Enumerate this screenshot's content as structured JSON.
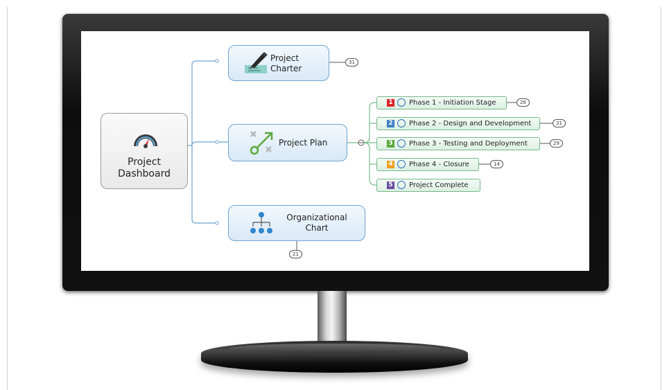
{
  "root": {
    "label_line1": "Project",
    "label_line2": "Dashboard",
    "icon": "gauge-icon"
  },
  "charter": {
    "label_line1": "Project",
    "label_line2": "Charter",
    "icon": "signature-pen-icon",
    "count": "31"
  },
  "plan": {
    "label": "Project Plan",
    "icon": "strategy-icon",
    "phases": [
      {
        "num": "1",
        "label": "Phase 1 - Initiation Stage",
        "count": "26",
        "color": "#d9262c"
      },
      {
        "num": "2",
        "label": "Phase 2 - Design and Development",
        "count": "31",
        "color": "#3b7fc4"
      },
      {
        "num": "3",
        "label": "Phase 3 - Testing and Deployment",
        "count": "29",
        "color": "#5aa83a"
      },
      {
        "num": "4",
        "label": "Phase 4 - Closure",
        "count": "14",
        "color": "#f0a020"
      },
      {
        "num": "5",
        "label": "Project Complete",
        "count": "",
        "color": "#6a4fa0"
      }
    ]
  },
  "org": {
    "label_line1": "Organizational",
    "label_line2": "Chart",
    "icon": "org-chart-icon",
    "count": "21"
  },
  "colors": {
    "branch": "#6fa3cf",
    "green_branch": "#76b98a"
  }
}
